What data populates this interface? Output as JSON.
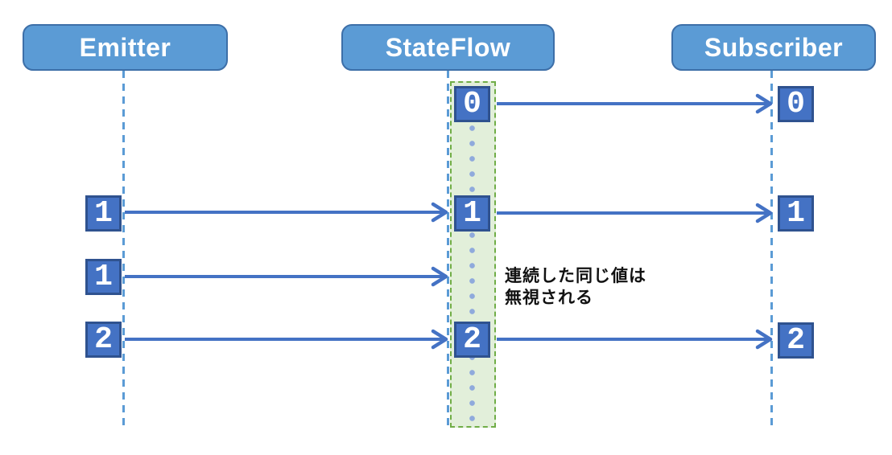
{
  "actors": [
    {
      "label": "Emitter"
    },
    {
      "label": "StateFlow"
    },
    {
      "label": "Subscriber"
    }
  ],
  "values": {
    "emitter": [
      "1",
      "1",
      "2"
    ],
    "stateflow": [
      "0",
      "1",
      "2"
    ],
    "subscriber": [
      "0",
      "1",
      "2"
    ]
  },
  "annotation": {
    "line1": "連続した同じ値は",
    "line2": "無視される"
  },
  "colors": {
    "actor_fill": "#5B9BD5",
    "actor_border": "#3D6FA8",
    "value_fill": "#4472C4",
    "value_border": "#2F528F",
    "arrow": "#4472C4",
    "lifeline": "#5B9BD5",
    "region_fill": "#E2EFDA",
    "region_border": "#70AD47",
    "dots": "#8FAADC",
    "annotation": "#111111"
  }
}
